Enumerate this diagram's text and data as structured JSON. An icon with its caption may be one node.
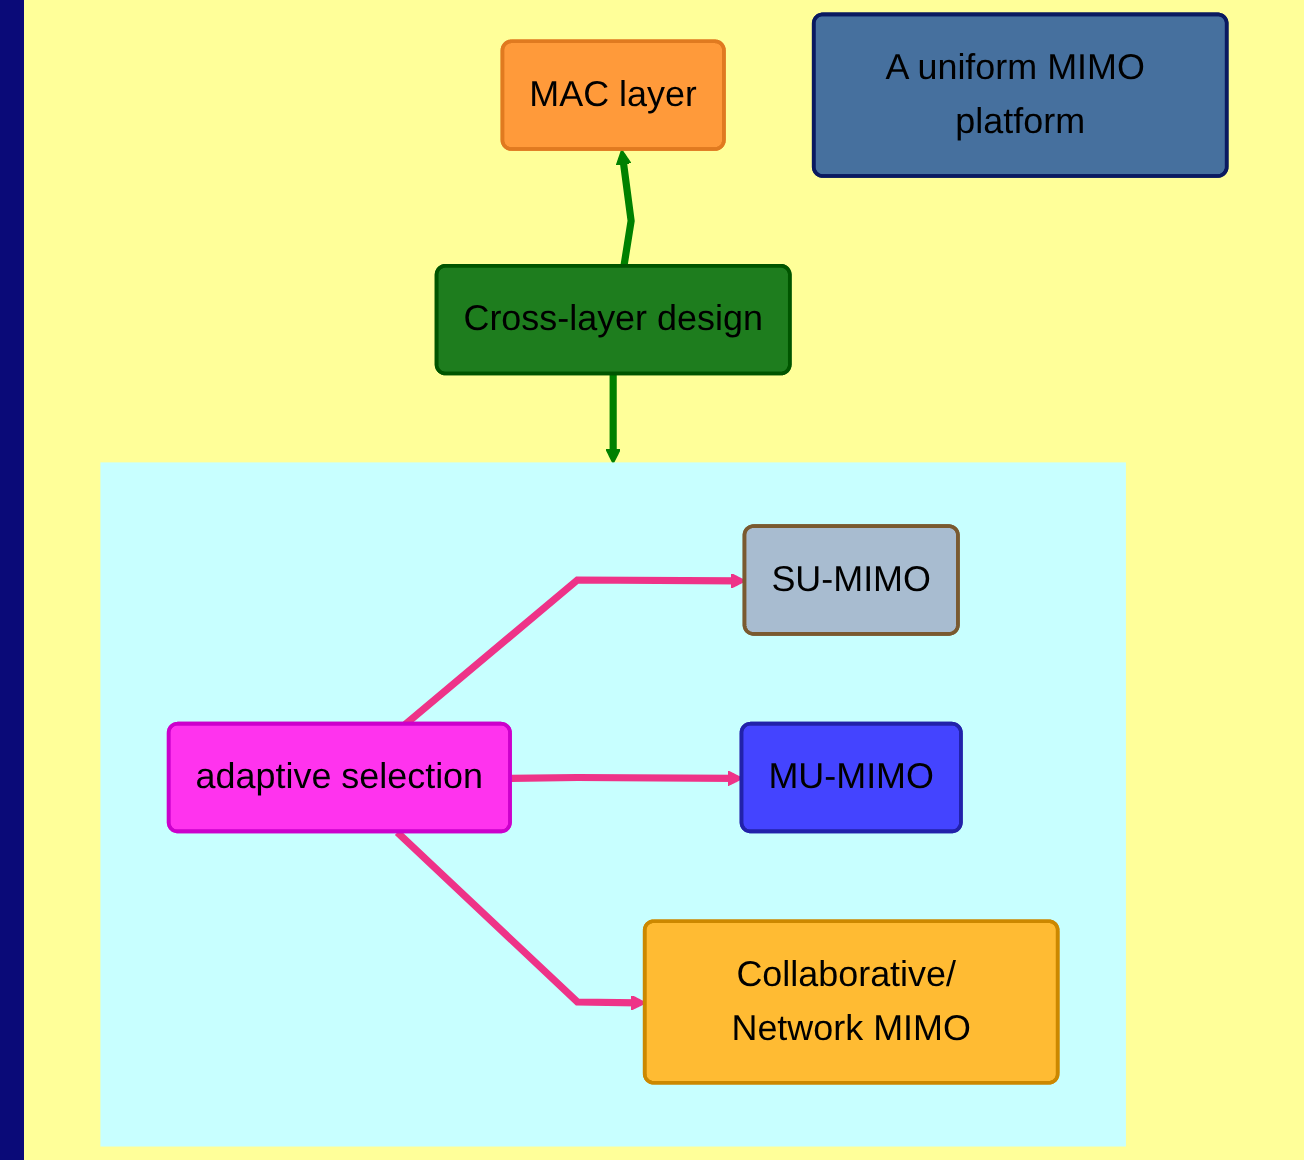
{
  "diagram": {
    "nodes": [
      {
        "text": [
          "MAC layer"
        ]
      },
      {
        "text": [
          "Cross-layer design"
        ]
      },
      {
        "text": [
          "A uniform MIMO platform"
        ]
      },
      {
        "text": [],
        "shape": "box"
      },
      {
        "text": [
          "adaptive selection"
        ],
        "in": 3
      },
      {
        "text": [
          "SU-MIMO"
        ],
        "in": 3
      },
      {
        "text": [
          "MU-MIMO"
        ],
        "in": 3
      },
      {
        "text": [
          "Collaborative/ Network MIMO"
        ],
        "in": 3
      }
    ],
    "edges": [
      {
        "from": 1,
        "to": 0,
        "arrow": "to",
        "color": "#008000"
      },
      {
        "from": 1,
        "to": 3,
        "arrow": "to",
        "color": "#008000"
      },
      {
        "from": 4,
        "to": 5,
        "arrow": "to",
        "color": "#ee3388"
      },
      {
        "from": 4,
        "to": 6,
        "arrow": "to",
        "color": "#ee3388"
      },
      {
        "from": 4,
        "to": 7,
        "arrow": "to",
        "color": "#ee3388"
      }
    ]
  }
}
